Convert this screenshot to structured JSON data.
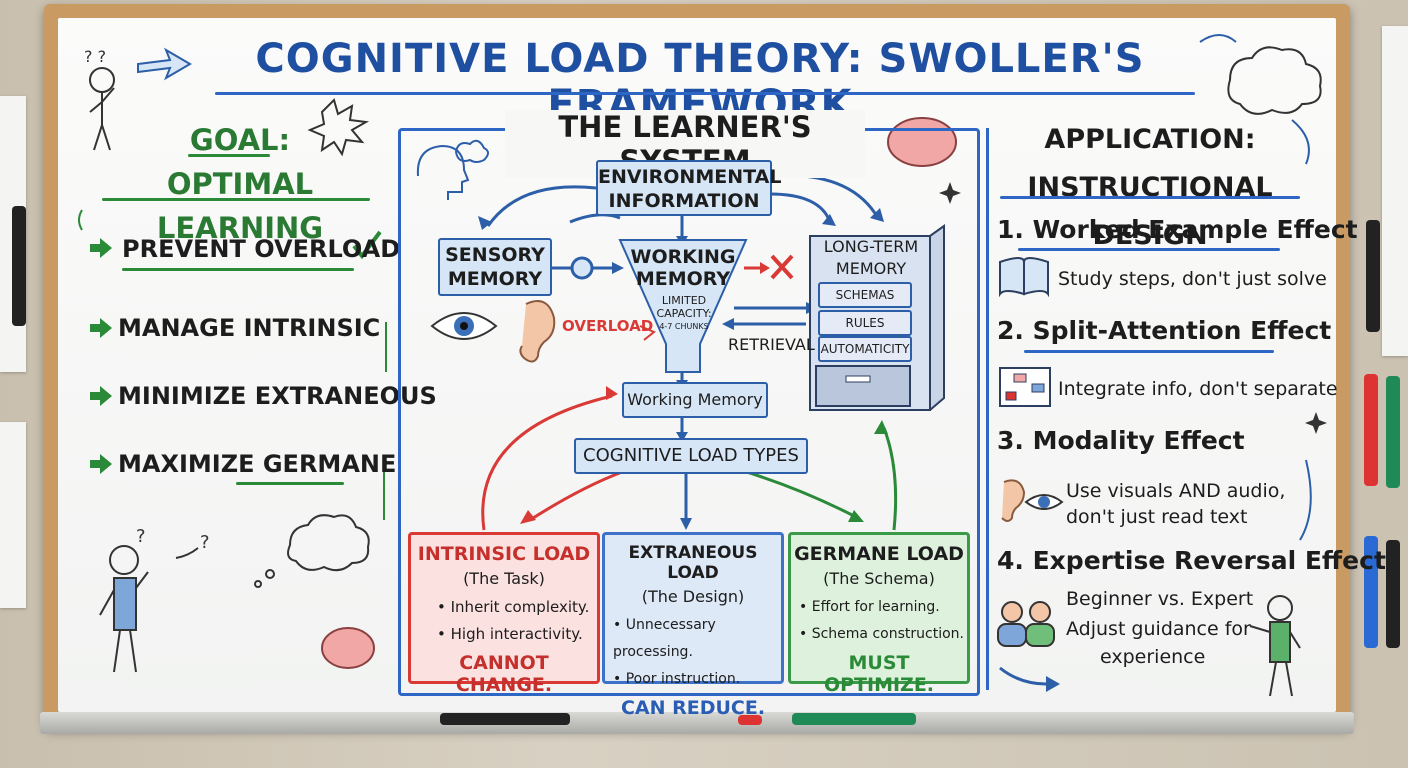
{
  "title": "COGNITIVE LOAD THEORY: SWOLLER'S FRAMEWORK",
  "goal": {
    "title_line1": "GOAL:",
    "title_line2": "OPTIMAL LEARNING",
    "items": [
      "PREVENT OVERLOAD",
      "MANAGE INTRINSIC",
      "MINIMIZE EXTRANEOUS",
      "MAXIMIZE GERMANE"
    ]
  },
  "system": {
    "title": "THE LEARNER'S SYSTEM",
    "env_line1": "ENVIRONMENTAL",
    "env_line2": "INFORMATION",
    "sensory_line1": "SENSORY",
    "sensory_line2": "MEMORY",
    "working_line1": "WORKING",
    "working_line2": "MEMORY",
    "limited_line1": "LIMITED",
    "limited_line2": "CAPACITY:",
    "limited_line3": "4-7 CHUNKS",
    "overload": "OVERLOAD",
    "retrieval": "RETRIEVAL",
    "ltm_line1": "LONG-TERM",
    "ltm_line2": "MEMORY",
    "ltm_drawers": [
      "SCHEMAS",
      "RULES",
      "AUTOMATICITY"
    ],
    "working_box": "Working Memory",
    "load_types": "COGNITIVE LOAD TYPES"
  },
  "loads": [
    {
      "title": "INTRINSIC LOAD",
      "sub": "(The Task)",
      "b1": "Inherit complexity.",
      "b2": "High interactivity.",
      "foot": "CANNOT CHANGE.",
      "color": "#d93a36",
      "bg": "#fbe1df",
      "foot_color": "#c6302c"
    },
    {
      "title": "EXTRANEOUS LOAD",
      "sub": "(The Design)",
      "b1": "Unnecessary processing.",
      "b2": "Poor instruction.",
      "foot": "CAN REDUCE.",
      "color": "#3d72c8",
      "bg": "#dde9f7",
      "foot_color": "#2a5db4"
    },
    {
      "title": "GERMANE LOAD",
      "sub": "(The Schema)",
      "b1": "Effort for learning.",
      "b2": "Schema construction.",
      "foot": "MUST OPTIMIZE.",
      "color": "#3a9a48",
      "bg": "#def1dc",
      "foot_color": "#2a8a38"
    }
  ],
  "application": {
    "title_line1": "APPLICATION:",
    "title_line2": "INSTRUCTIONAL DESIGN",
    "effects": [
      {
        "heading": "1. Worked Example Effect",
        "desc1": "Study steps, don't just solve",
        "desc2": ""
      },
      {
        "heading": "2. Split-Attention Effect",
        "desc1": "Integrate info, don't separate",
        "desc2": ""
      },
      {
        "heading": "3. Modality Effect",
        "desc1": "Use visuals AND audio,",
        "desc2": "don't just read text"
      },
      {
        "heading": "4. Expertise Reversal Effect",
        "desc1": "Beginner vs. Expert",
        "desc2": "Adjust guidance for",
        "desc3": "experience"
      }
    ]
  },
  "colors": {
    "blue": "#2d66c4",
    "green": "#2a7a34",
    "red": "#d93a36"
  }
}
